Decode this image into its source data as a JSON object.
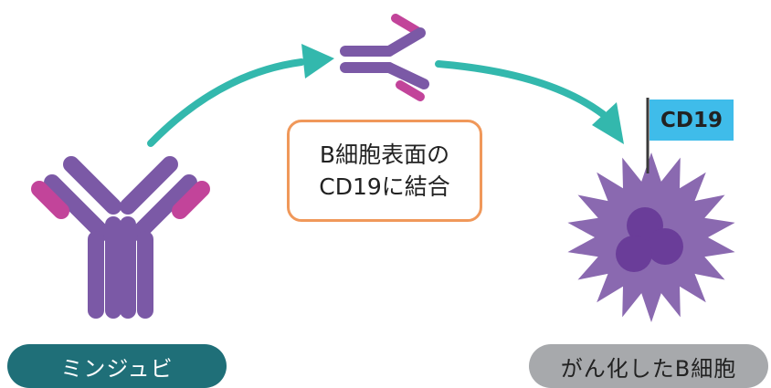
{
  "labels": {
    "drug": "ミンジュビ",
    "cell": "がん化したB細胞",
    "binding_line1": "B細胞表面の",
    "binding_line2": "CD19に結合",
    "marker": "CD19"
  },
  "colors": {
    "antibody": "#7b59a6",
    "antibody_tip": "#c2449a",
    "arrow": "#33b8ad",
    "cell": "#8a69b0",
    "nucleus": "#6a3d99",
    "flag": "#3fbcea",
    "box_border": "#f0985a",
    "drug_pill": "#1f6f78",
    "cell_pill": "#a7a9ac"
  },
  "icons": {
    "antibody": "y-shaped-antibody-icon",
    "fragment": "antibody-fragment-icon",
    "cell": "spiky-cancer-cell-icon",
    "flag": "cd19-flag-icon"
  }
}
